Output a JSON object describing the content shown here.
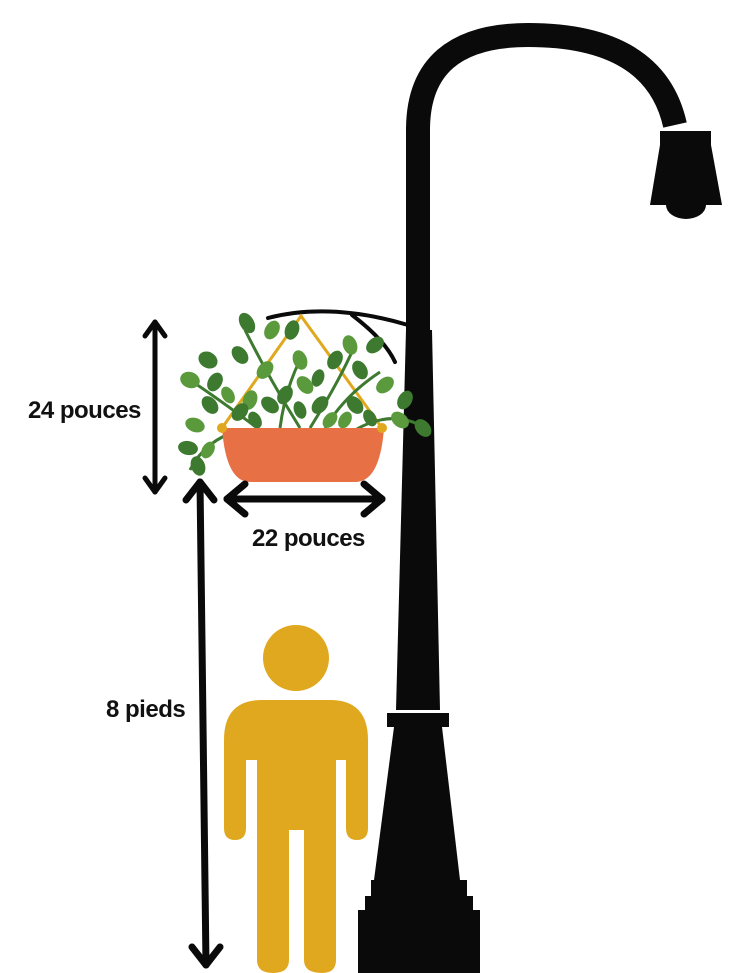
{
  "labels": {
    "pot_height": "24 pouces",
    "pot_width": "22 pouces",
    "clearance_height": "8 pieds"
  },
  "colors": {
    "pole": "#0a0a0a",
    "person": "#e0a81f",
    "pot": "#e87045",
    "leaves": "#3d7a30",
    "leaves_light": "#5a9a3c",
    "hanger": "#e0a81f",
    "arrow": "#0a0a0a"
  },
  "icons": {
    "lamp_post": "street-lamp-icon",
    "person": "person-icon",
    "plant": "hanging-basket-icon"
  }
}
